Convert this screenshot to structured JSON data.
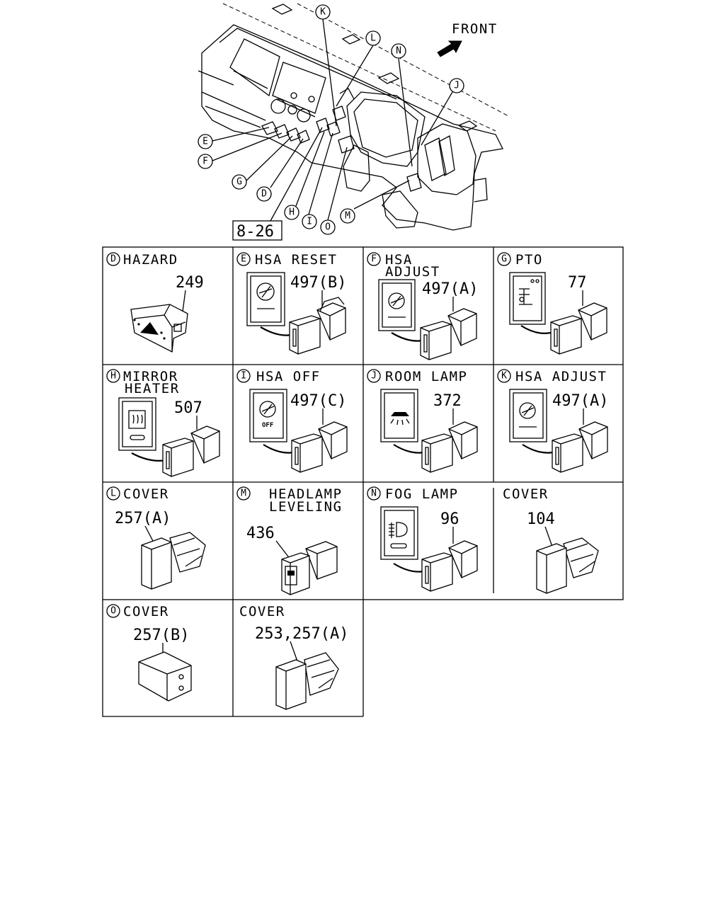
{
  "overview": {
    "front_label": "FRONT",
    "ref_box": "8-26",
    "callouts": [
      "K",
      "L",
      "N",
      "J",
      "E",
      "F",
      "G",
      "D",
      "H",
      "I",
      "O",
      "M"
    ]
  },
  "cells": [
    {
      "letter": "D",
      "title": [
        "HAZARD"
      ],
      "part": "249"
    },
    {
      "letter": "E",
      "title": [
        "HSA RESET"
      ],
      "part": "497(B)"
    },
    {
      "letter": "F",
      "title": [
        "HSA",
        "ADJUST"
      ],
      "part": "497(A)"
    },
    {
      "letter": "G",
      "title": [
        "PTO"
      ],
      "part": "77"
    },
    {
      "letter": "H",
      "title": [
        "MIRROR",
        "HEATER"
      ],
      "part": "507"
    },
    {
      "letter": "I",
      "title": [
        "HSA OFF"
      ],
      "part": "497(C)",
      "icon_text": "OFF"
    },
    {
      "letter": "J",
      "title": [
        "ROOM LAMP"
      ],
      "part": "372"
    },
    {
      "letter": "K",
      "title": [
        "HSA ADJUST"
      ],
      "part": "497(A)"
    },
    {
      "letter": "L",
      "title": [
        "COVER"
      ],
      "part": "257(A)"
    },
    {
      "letter": "M",
      "title": [
        "HEADLAMP",
        "LEVELING"
      ],
      "part": "436"
    },
    {
      "letter": "N",
      "title": [
        "FOG LAMP"
      ],
      "part": "96"
    },
    {
      "letter": "",
      "title": [
        "COVER"
      ],
      "part": "104"
    },
    {
      "letter": "O",
      "title": [
        "COVER"
      ],
      "part": "257(B)"
    },
    {
      "letter": "",
      "title": [
        "COVER"
      ],
      "part": "253,257(A)"
    }
  ]
}
